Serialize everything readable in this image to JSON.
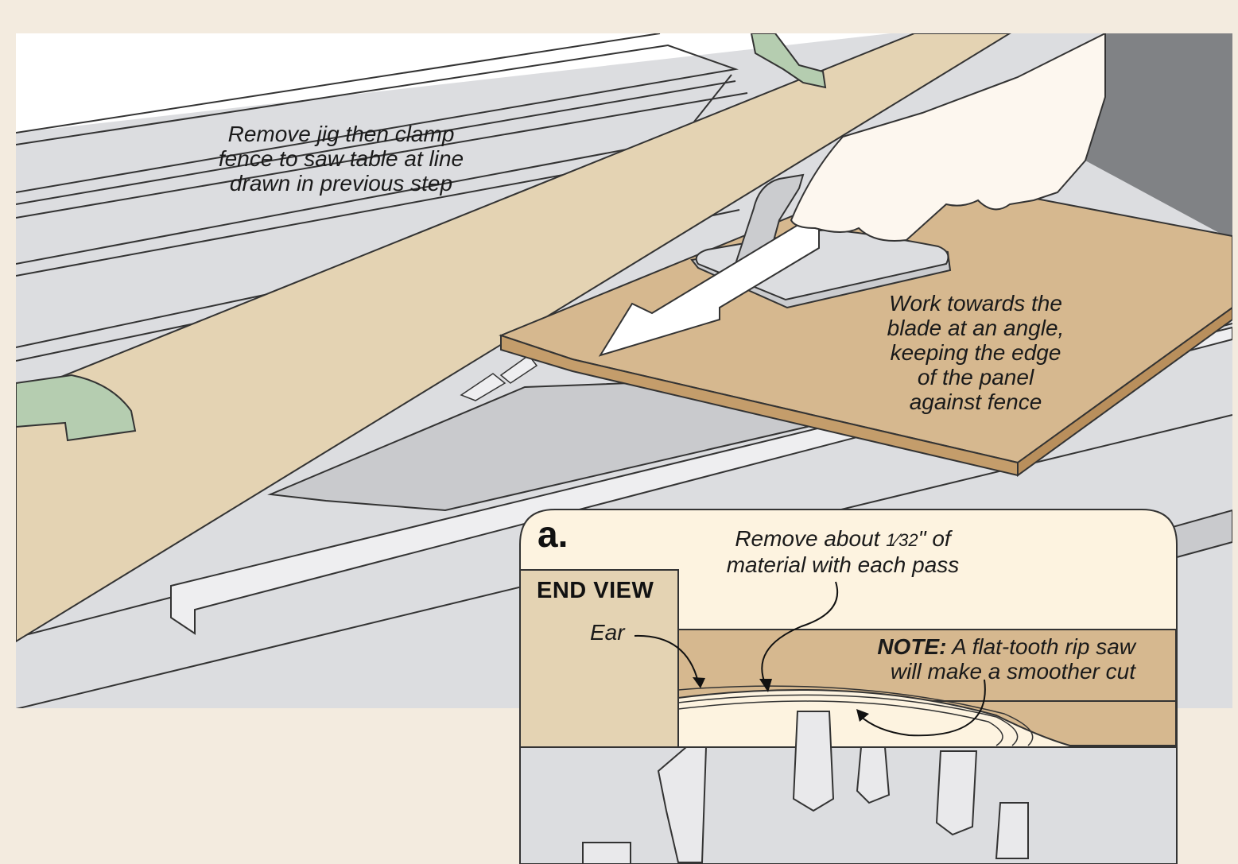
{
  "main": {
    "fence_instruction": [
      "Remove jig then clamp",
      "fence to saw table at line",
      "drawn in previous step"
    ],
    "panel_instruction": [
      "Work towards the",
      "blade at an angle,",
      "keeping the edge",
      "of the panel",
      "against fence"
    ]
  },
  "inset": {
    "letter": "a.",
    "title": "END VIEW",
    "ear_label": "Ear",
    "remove_note": {
      "before": "Remove about ",
      "fraction": "1⁄32",
      "after": "\" of",
      "line2": "material with each pass"
    },
    "saw_note": {
      "prefix": "NOTE:",
      "line1": " A flat-tooth rip saw",
      "line2": "will make a smoother cut"
    }
  },
  "colors": {
    "page_background": "#f3ebdf",
    "saw_table": "#dcdde0",
    "fence_wood": "#e4d3b3",
    "panel_wood": "#d6b88f",
    "clamp_green": "#b5cdb0",
    "inset_background": "#fdf3e0",
    "hand_skin": "#fdf7ef",
    "arrow_fill": "#ffffff"
  }
}
